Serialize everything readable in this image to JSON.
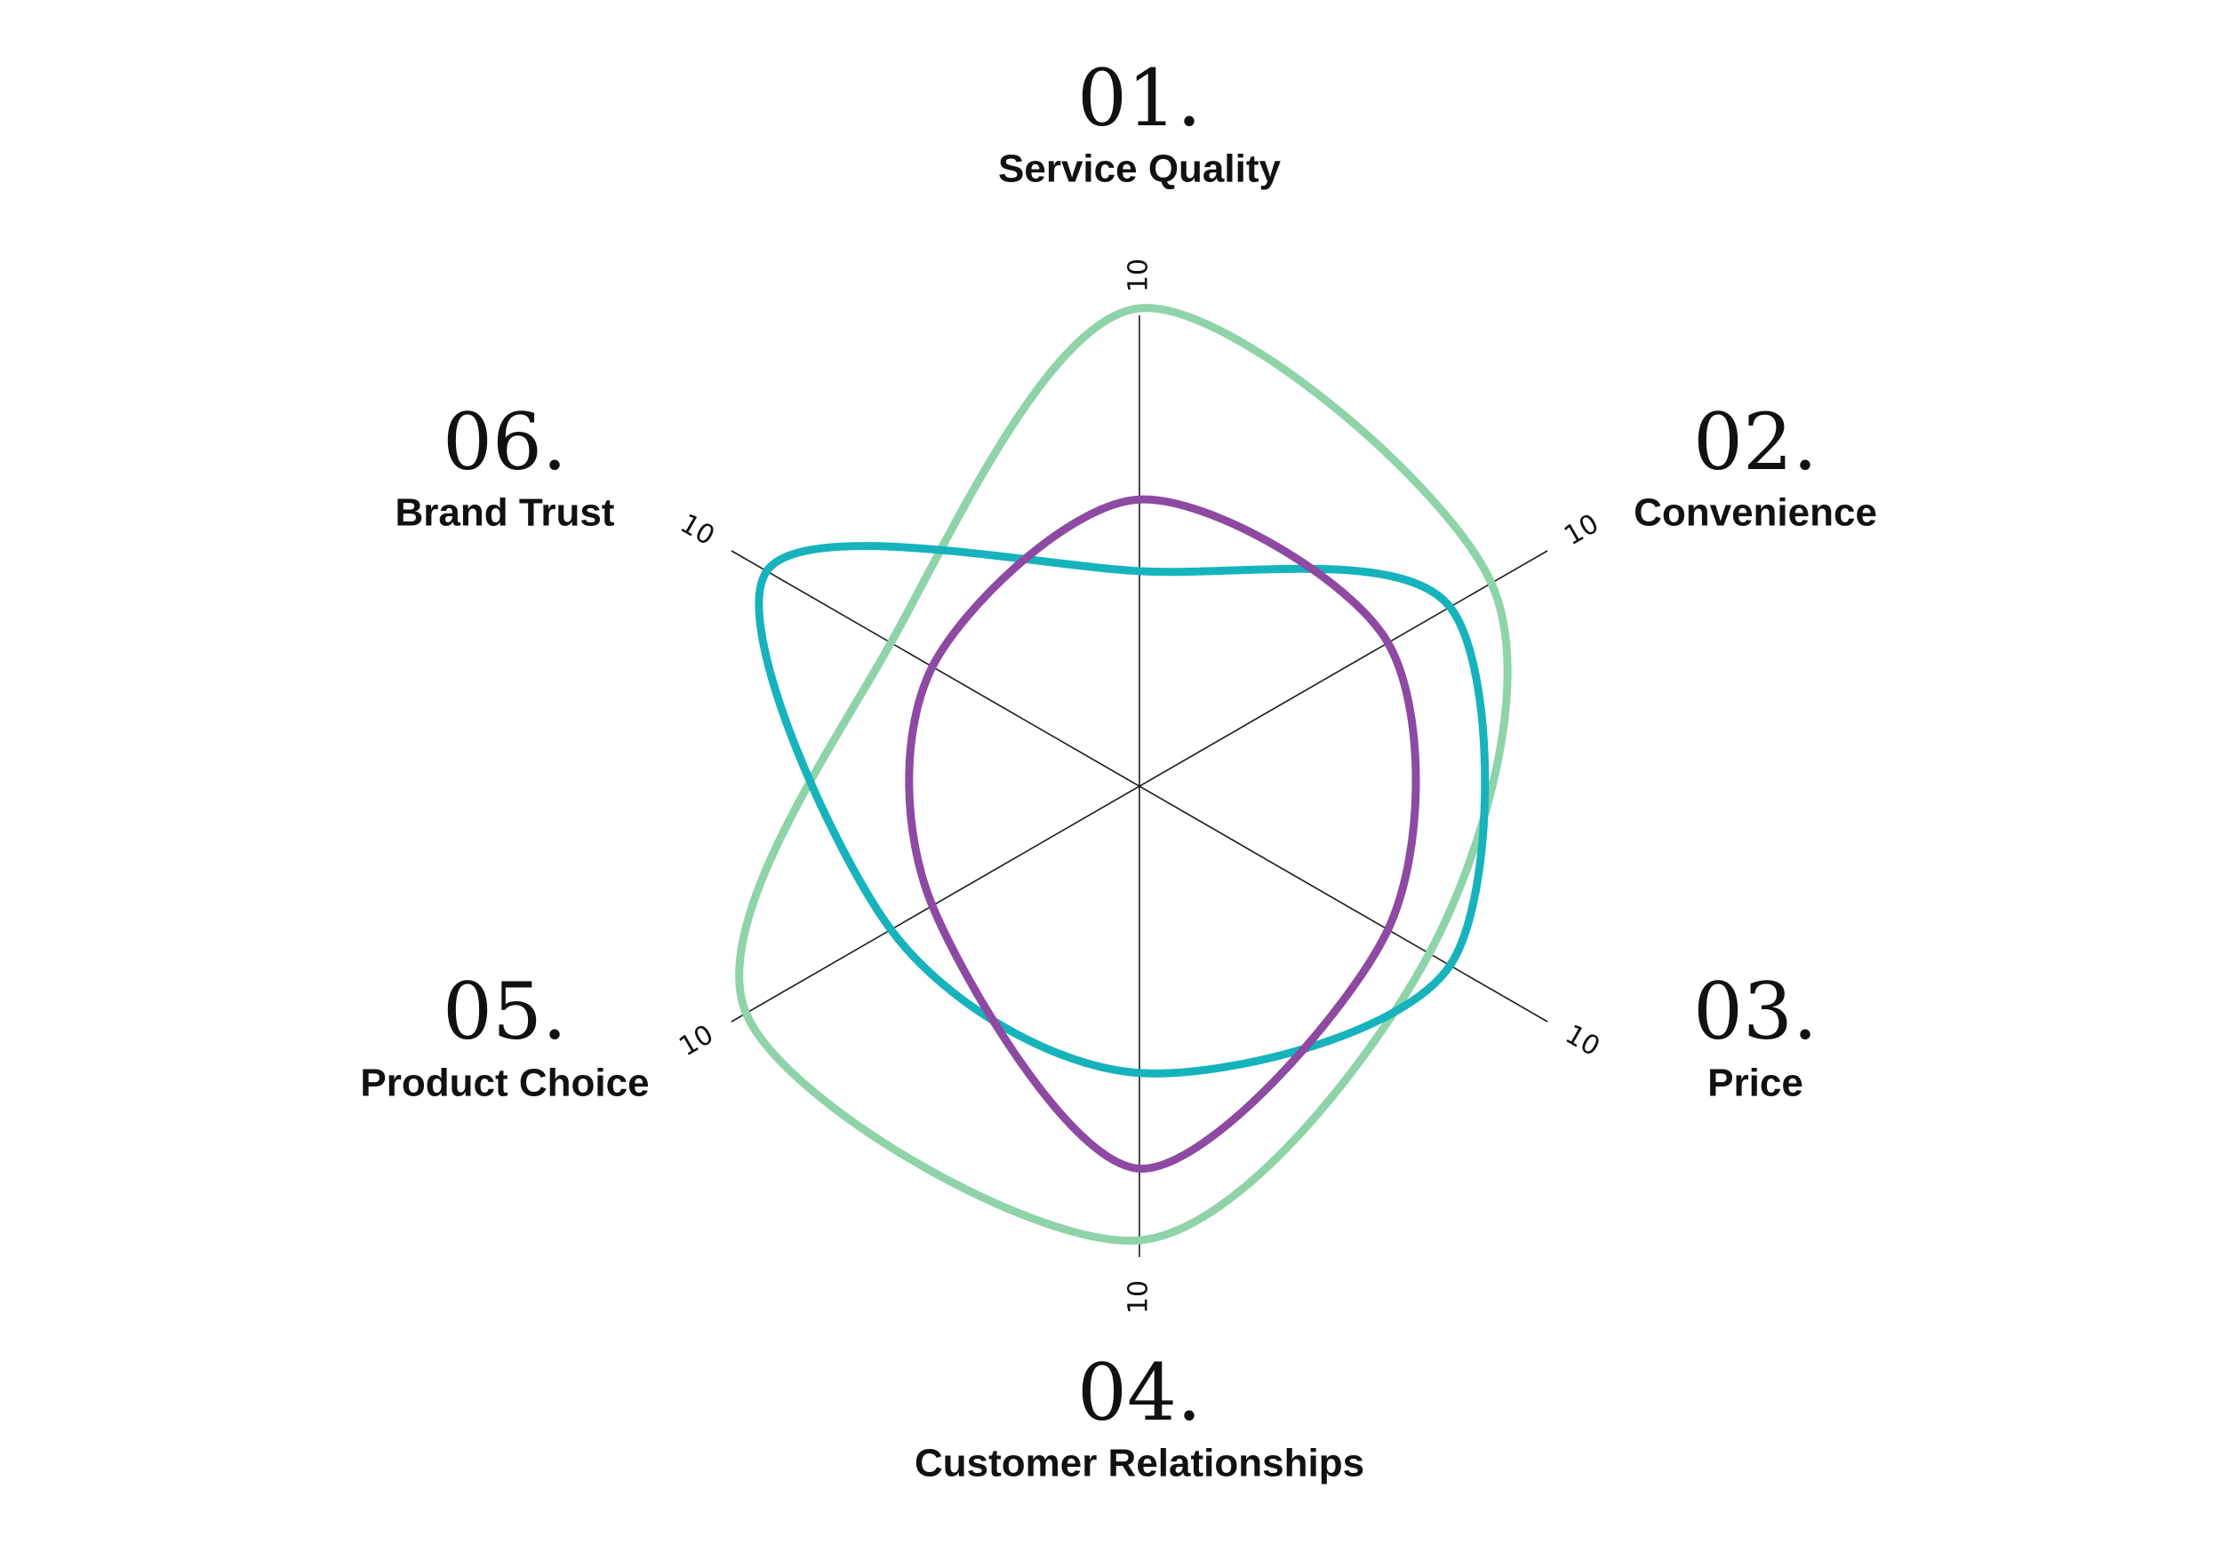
{
  "chart_data": {
    "type": "radar",
    "categories": [
      {
        "number": "01.",
        "label": "Service Quality"
      },
      {
        "number": "02.",
        "label": "Convenience"
      },
      {
        "number": "03.",
        "label": "Price"
      },
      {
        "number": "04.",
        "label": "Customer Relationships"
      },
      {
        "number": "05.",
        "label": "Product Choice"
      },
      {
        "number": "06.",
        "label": "Brand Trust"
      }
    ],
    "axis_max": 10,
    "axis_max_label": "10",
    "series": [
      {
        "color": "#8fd3a8",
        "values": [
          10,
          8.5,
          7,
          9.5,
          9.5,
          6
        ]
      },
      {
        "color": "#16b3bd",
        "values": [
          4.5,
          7.5,
          7.5,
          6,
          6,
          9
        ]
      },
      {
        "color": "#8e4aa3",
        "values": [
          6,
          6,
          6,
          8,
          5,
          5
        ]
      }
    ]
  }
}
